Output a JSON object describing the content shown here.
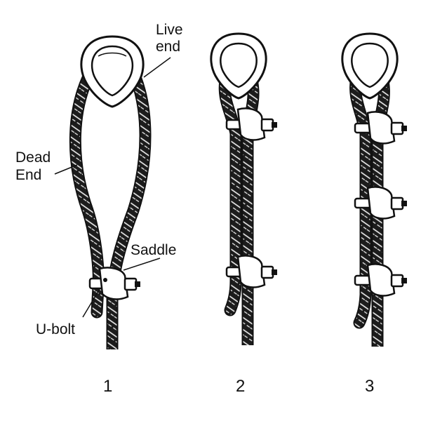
{
  "labels": {
    "live_end": [
      "Live",
      "end"
    ],
    "dead_end": [
      "Dead",
      "End"
    ],
    "saddle": "Saddle",
    "u_bolt": "U-bolt"
  },
  "steps": [
    "1",
    "2",
    "3"
  ],
  "colors": {
    "ink": "#111111",
    "rope": "#1c1c1c",
    "rope_strand": "#f2f2f2",
    "hardware_fill": "#ffffff",
    "background": "#ffffff"
  },
  "icons": {
    "thimble": "thimble-icon",
    "clip": "wire-rope-clip-icon"
  }
}
